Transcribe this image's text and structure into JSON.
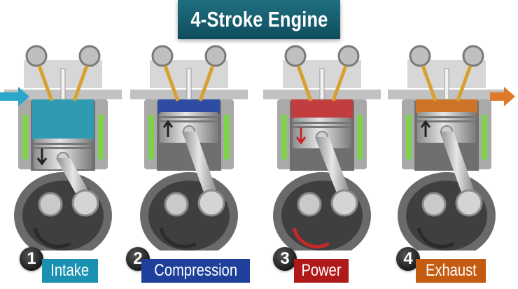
{
  "title": "4-Stroke Engine",
  "strokes": [
    {
      "number": "1",
      "label": "Intake",
      "color": "#1b91b1",
      "chamber": "#2b9db5"
    },
    {
      "number": "2",
      "label": "Compression",
      "color": "#1e3f9a",
      "chamber": "#2b4aa6"
    },
    {
      "number": "3",
      "label": "Power",
      "color": "#b01919",
      "chamber": "#c63a3a"
    },
    {
      "number": "4",
      "label": "Exhaust",
      "color": "#c55a11",
      "chamber": "#d27323"
    }
  ],
  "colors": {
    "intake_arrow": "#2aa7c9",
    "exhaust_arrow": "#e07a2a",
    "water_jacket": "#7ed24a"
  }
}
